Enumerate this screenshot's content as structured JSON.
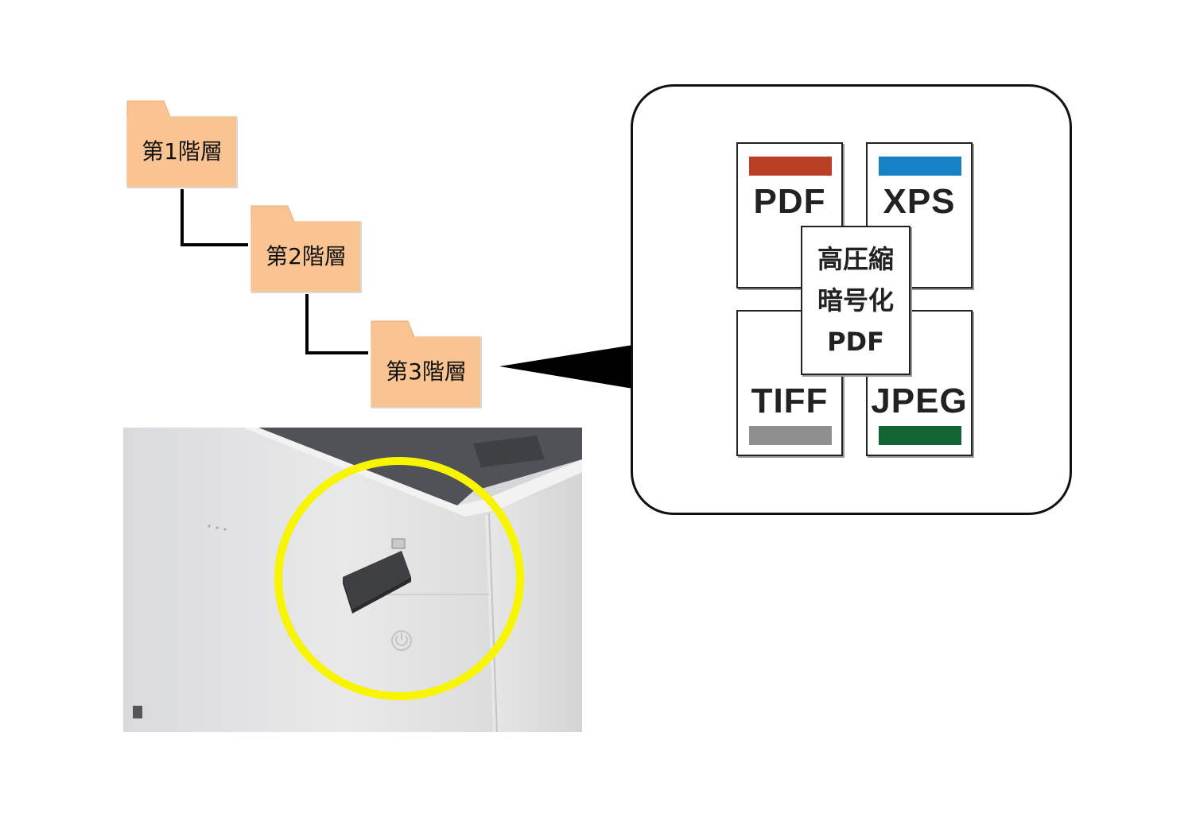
{
  "folders": [
    {
      "label": "第1階層"
    },
    {
      "label": "第2階層"
    },
    {
      "label": "第3階層"
    }
  ],
  "formats": {
    "pdf": {
      "label": "PDF",
      "color": "#b94025"
    },
    "xps": {
      "label": "XPS",
      "color": "#1681c4"
    },
    "tiff": {
      "label": "TIFF",
      "color": "#8f8f8f"
    },
    "jpeg": {
      "label": "JPEG",
      "color": "#116533"
    }
  },
  "center_card": {
    "line1": "高圧縮",
    "line2": "暗号化",
    "line3": "PDF"
  },
  "colors": {
    "folder": "#f9c491",
    "highlight_circle": "#f8f500",
    "printer_body": "#e6e6e6"
  },
  "icons": [
    "folder-icon",
    "usb-drive-icon",
    "power-button-icon"
  ]
}
